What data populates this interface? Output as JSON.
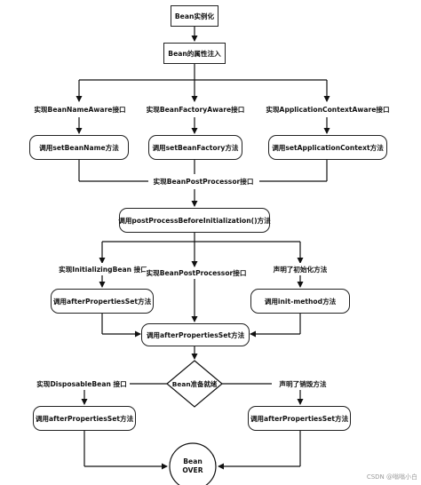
{
  "nodes": {
    "bean_instantiate": "Bean实例化",
    "bean_property_inject": "Bean的属性注入",
    "aware_name_label": "实现BeanNameAware接口",
    "aware_factory_label": "实现BeanFactoryAware接口",
    "aware_context_label": "实现ApplicationContextAware接口",
    "set_bean_name": "调用setBeanName方法",
    "set_bean_factory": "调用setBeanFactory方法",
    "set_app_context": "调用setApplicationContext方法",
    "post_processor_label_1": "实现BeanPostProcessor接口",
    "post_process_before": "调用postProcessBeforeInitialization()方法",
    "initializing_bean_label": "实现InitializingBean 接口",
    "post_processor_label_2": "实现BeanPostProcessor接口",
    "init_method_label": "声明了初始化方法",
    "after_props_set_left": "调用afterPropertiesSet方法",
    "init_method_call": "调用init-method方法",
    "after_props_set_center": "调用afterPropertiesSet方法",
    "bean_ready_decision": "Bean准备就绪",
    "disposable_bean_label": "实现DisposableBean 接口",
    "destroy_method_label": "声明了销毁方法",
    "after_props_set_bottom_left": "调用afterPropertiesSet方法",
    "after_props_set_bottom_right": "调用afterPropertiesSet方法",
    "bean_over_line1": "Bean",
    "bean_over_line2": "OVER"
  },
  "watermark": "CSDN @嗡嗡小白"
}
